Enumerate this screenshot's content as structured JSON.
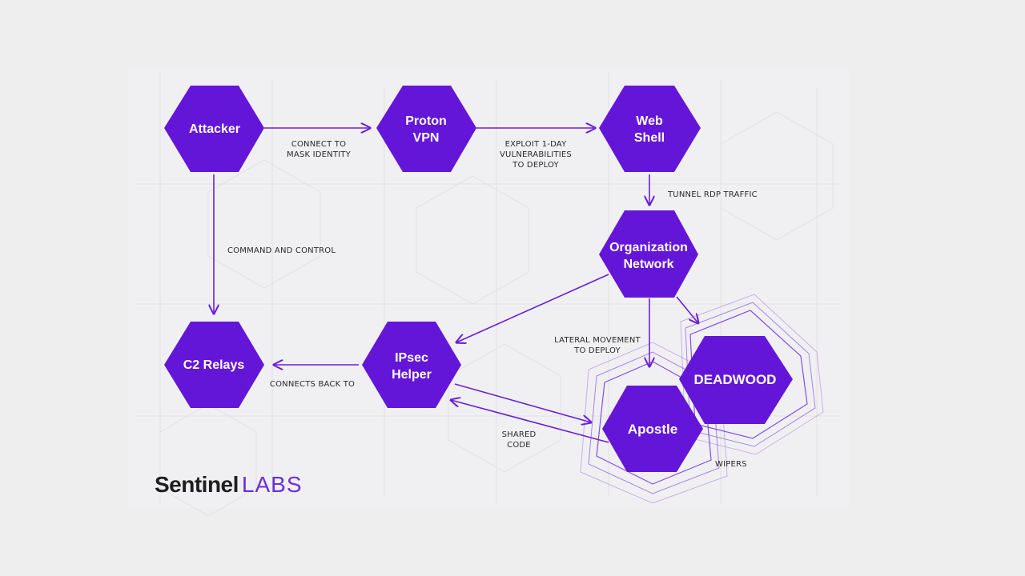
{
  "nodes": {
    "attacker": "Attacker",
    "proton_vpn": [
      "Proton",
      "VPN"
    ],
    "web_shell": [
      "Web",
      "Shell"
    ],
    "organization_network": [
      "Organization",
      "Network"
    ],
    "c2_relays": "C2 Relays",
    "ipsec_helper": [
      "IPsec",
      "Helper"
    ],
    "deadwood": "DEADWOOD",
    "apostle": "Apostle"
  },
  "edges": {
    "connect_to_mask_identity": [
      "CONNECT TO",
      "MASK IDENTITY"
    ],
    "exploit_1day": [
      "EXPLOIT 1-DAY",
      "VULNERABILITIES",
      "TO DEPLOY"
    ],
    "tunnel_rdp_traffic": "TUNNEL RDP TRAFFIC",
    "command_and_control": "COMMAND AND CONTROL",
    "connects_back_to": "CONNECTS BACK TO",
    "lateral_movement": [
      "LATERAL MOVEMENT",
      "TO DEPLOY"
    ],
    "shared_code": [
      "SHARED",
      "CODE"
    ],
    "wipers": "WIPERS"
  },
  "logo": {
    "sentinel": "Sentinel",
    "labs": "LABS"
  },
  "colors": {
    "node_fill": "#6416d8",
    "edge": "#6a1fd6",
    "background": "#eeeeef"
  }
}
